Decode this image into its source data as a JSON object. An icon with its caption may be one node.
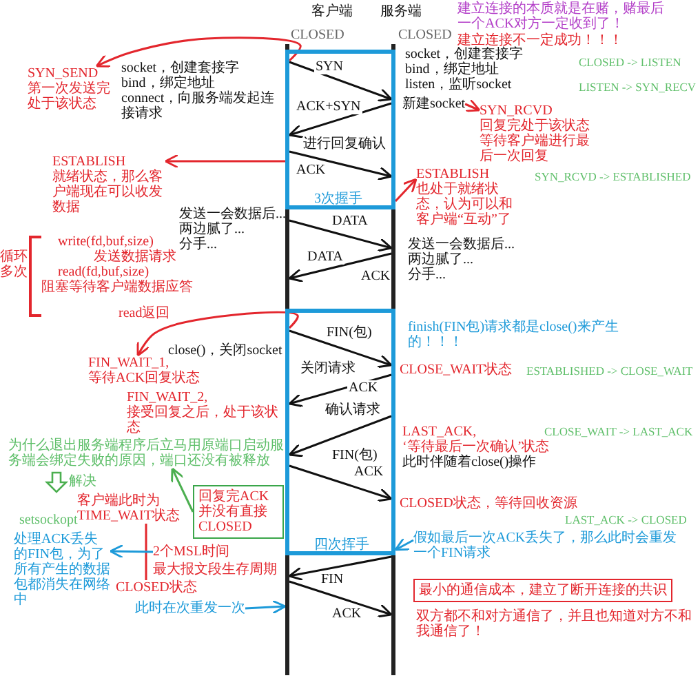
{
  "diagram": {
    "nodes": [
      {
        "text": [],
        "shape": "bar",
        "beside": [
          "客户端",
          "CLOSED"
        ]
      },
      {
        "text": [],
        "shape": "bar",
        "beside": [
          "服务端",
          "CLOSED"
        ]
      },
      {
        "text": [
          "SYN_SEND",
          "第一次发送完处于该状态"
        ]
      },
      {
        "text": [
          "新建socket"
        ]
      },
      {
        "text": [
          "SYN_RCVD",
          "回复完处于该状态等待客户端进行最后一次回复"
        ]
      },
      {
        "text": [
          "ESTABLISH",
          "就绪状态，那么客户端现在可以收发数据"
        ]
      },
      {
        "text": [
          "ESTABLISH",
          "也处于就绪状态，认为可以和客户端“互动”了"
        ]
      },
      {
        "text": [
          "FIN_WAIT_1,",
          "等待ACK回复状态"
        ]
      },
      {
        "text": [
          "为什么退出服务端程序后立马用原端口启动服务端会绑定失败的原因，端口还没有被释放"
        ]
      },
      {
        "text": [
          "回复完ACK并没有直接CLOSED"
        ]
      },
      {
        "text": [
          "客户端此时为TIME_WAIT状态"
        ]
      },
      {
        "text": [
          "2个MSL时间"
        ]
      },
      {
        "text": [
          "CLOSED状态"
        ]
      },
      {
        "text": [
          "处理ACK丢失的FIN包，为了所有产生的数据包都消失在网络中"
        ]
      },
      {
        "text": [
          "此时在次重发一次"
        ]
      },
      {
        "text": [
          "假如最后一次ACK丢失了，那么此时会重发一个FIN请求"
        ]
      },
      {
        "text": [
          "最小的通信成本，建立了断开连接的共识"
        ]
      }
    ],
    "edges": [
      {
        "from": 0,
        "to": 1,
        "arrow": "to",
        "label": "SYN"
      },
      {
        "from": 1,
        "to": 0,
        "arrow": "to",
        "label": "ACK+SYN"
      },
      {
        "from": 0,
        "to": 1,
        "arrow": "to",
        "label": "ACK"
      },
      {
        "from": 0,
        "to": 1,
        "arrow": "to",
        "label": "DATA"
      },
      {
        "from": 1,
        "to": 0,
        "arrow": "to",
        "label": "DATA"
      },
      {
        "from": 0,
        "to": 1,
        "arrow": "to",
        "label": "FIN(包)"
      },
      {
        "from": 1,
        "to": 0,
        "arrow": "to",
        "label": "ACK"
      },
      {
        "from": 1,
        "to": 0,
        "arrow": "to",
        "label": "FIN(包)"
      },
      {
        "from": 0,
        "to": 1,
        "arrow": "to",
        "label": "ACK"
      },
      {
        "from": 1,
        "to": 0,
        "arrow": "to",
        "label": "FIN"
      },
      {
        "from": 0,
        "to": 1,
        "arrow": "to",
        "label": "ACK"
      },
      {
        "from": 0,
        "to": 2,
        "arrow": "to",
        "color": "#e3262d"
      },
      {
        "from": 0,
        "to": 5,
        "arrow": "to",
        "color": "#e3262d"
      },
      {
        "from": 3,
        "to": 4,
        "arrow": "to",
        "color": "#e3262d"
      },
      {
        "from": 1,
        "to": 6,
        "arrow": "to",
        "color": "#e3262d"
      },
      {
        "from": 0,
        "to": 7,
        "arrow": "to",
        "color": "#e3262d"
      },
      {
        "from": 9,
        "to": 8,
        "arrow": "to",
        "color": "#4caf50"
      },
      {
        "from": 10,
        "to": 12,
        "arrow": "none",
        "color": "#e3262d"
      },
      {
        "from": 11,
        "to": 13,
        "arrow": "to",
        "color": "#1d9ad9"
      },
      {
        "from": 14,
        "to": 0,
        "arrow": "to",
        "color": "#1d9ad9"
      },
      {
        "from": 15,
        "to": 1,
        "arrow": "to",
        "color": "#1d9ad9"
      }
    ],
    "labels": [
      "建立连接的本质就是在赌，赌最后一个ACK对方一定收到了！",
      "建立连接不一定成功！！！",
      "socket，创建套接字",
      "bind，绑定地址",
      "connect，向服务端发起连接请求",
      "socket，创建套接字",
      "bind，绑定地址",
      "listen，监听socket",
      "CLOSED -> LISTEN",
      "LISTEN -> SYN_RECV",
      "进行回复确认",
      "SYN_RCVD -> ESTABLISHED",
      "3次握手",
      "发送一会数据后...",
      "两边腻了...",
      "write(fd,buf,size)",
      "分手...",
      "发送一会数据后...",
      "循环多次",
      "发送数据请求",
      "两边腻了...",
      "read(fd,buf,size)",
      "ACK",
      "分手...",
      "阻塞等待客户端数据应答",
      "read返回",
      "finish(FIN包)请求都是close()来产生的！！！",
      "close()，关闭socket",
      "关闭请求",
      "CLOSE_WAIT状态",
      "ESTABLISHED -> CLOSE_WAIT",
      "FIN_WAIT_2,",
      "接受回复之后，处于该状态",
      "确认请求",
      "LAST_ACK,",
      "CLOSE_WAIT -> LAST_ACK",
      "‘等待最后一次确认’状态",
      "此时伴随着close()操作",
      "解决",
      "CLOSED状态，等待回收资源",
      "setsockopt",
      "LAST_ACK -> CLOSED",
      "四次挥手",
      "最大报文段生存周期",
      "双方都不和对方通信了，并且也知道对方不和我通信了！"
    ]
  }
}
